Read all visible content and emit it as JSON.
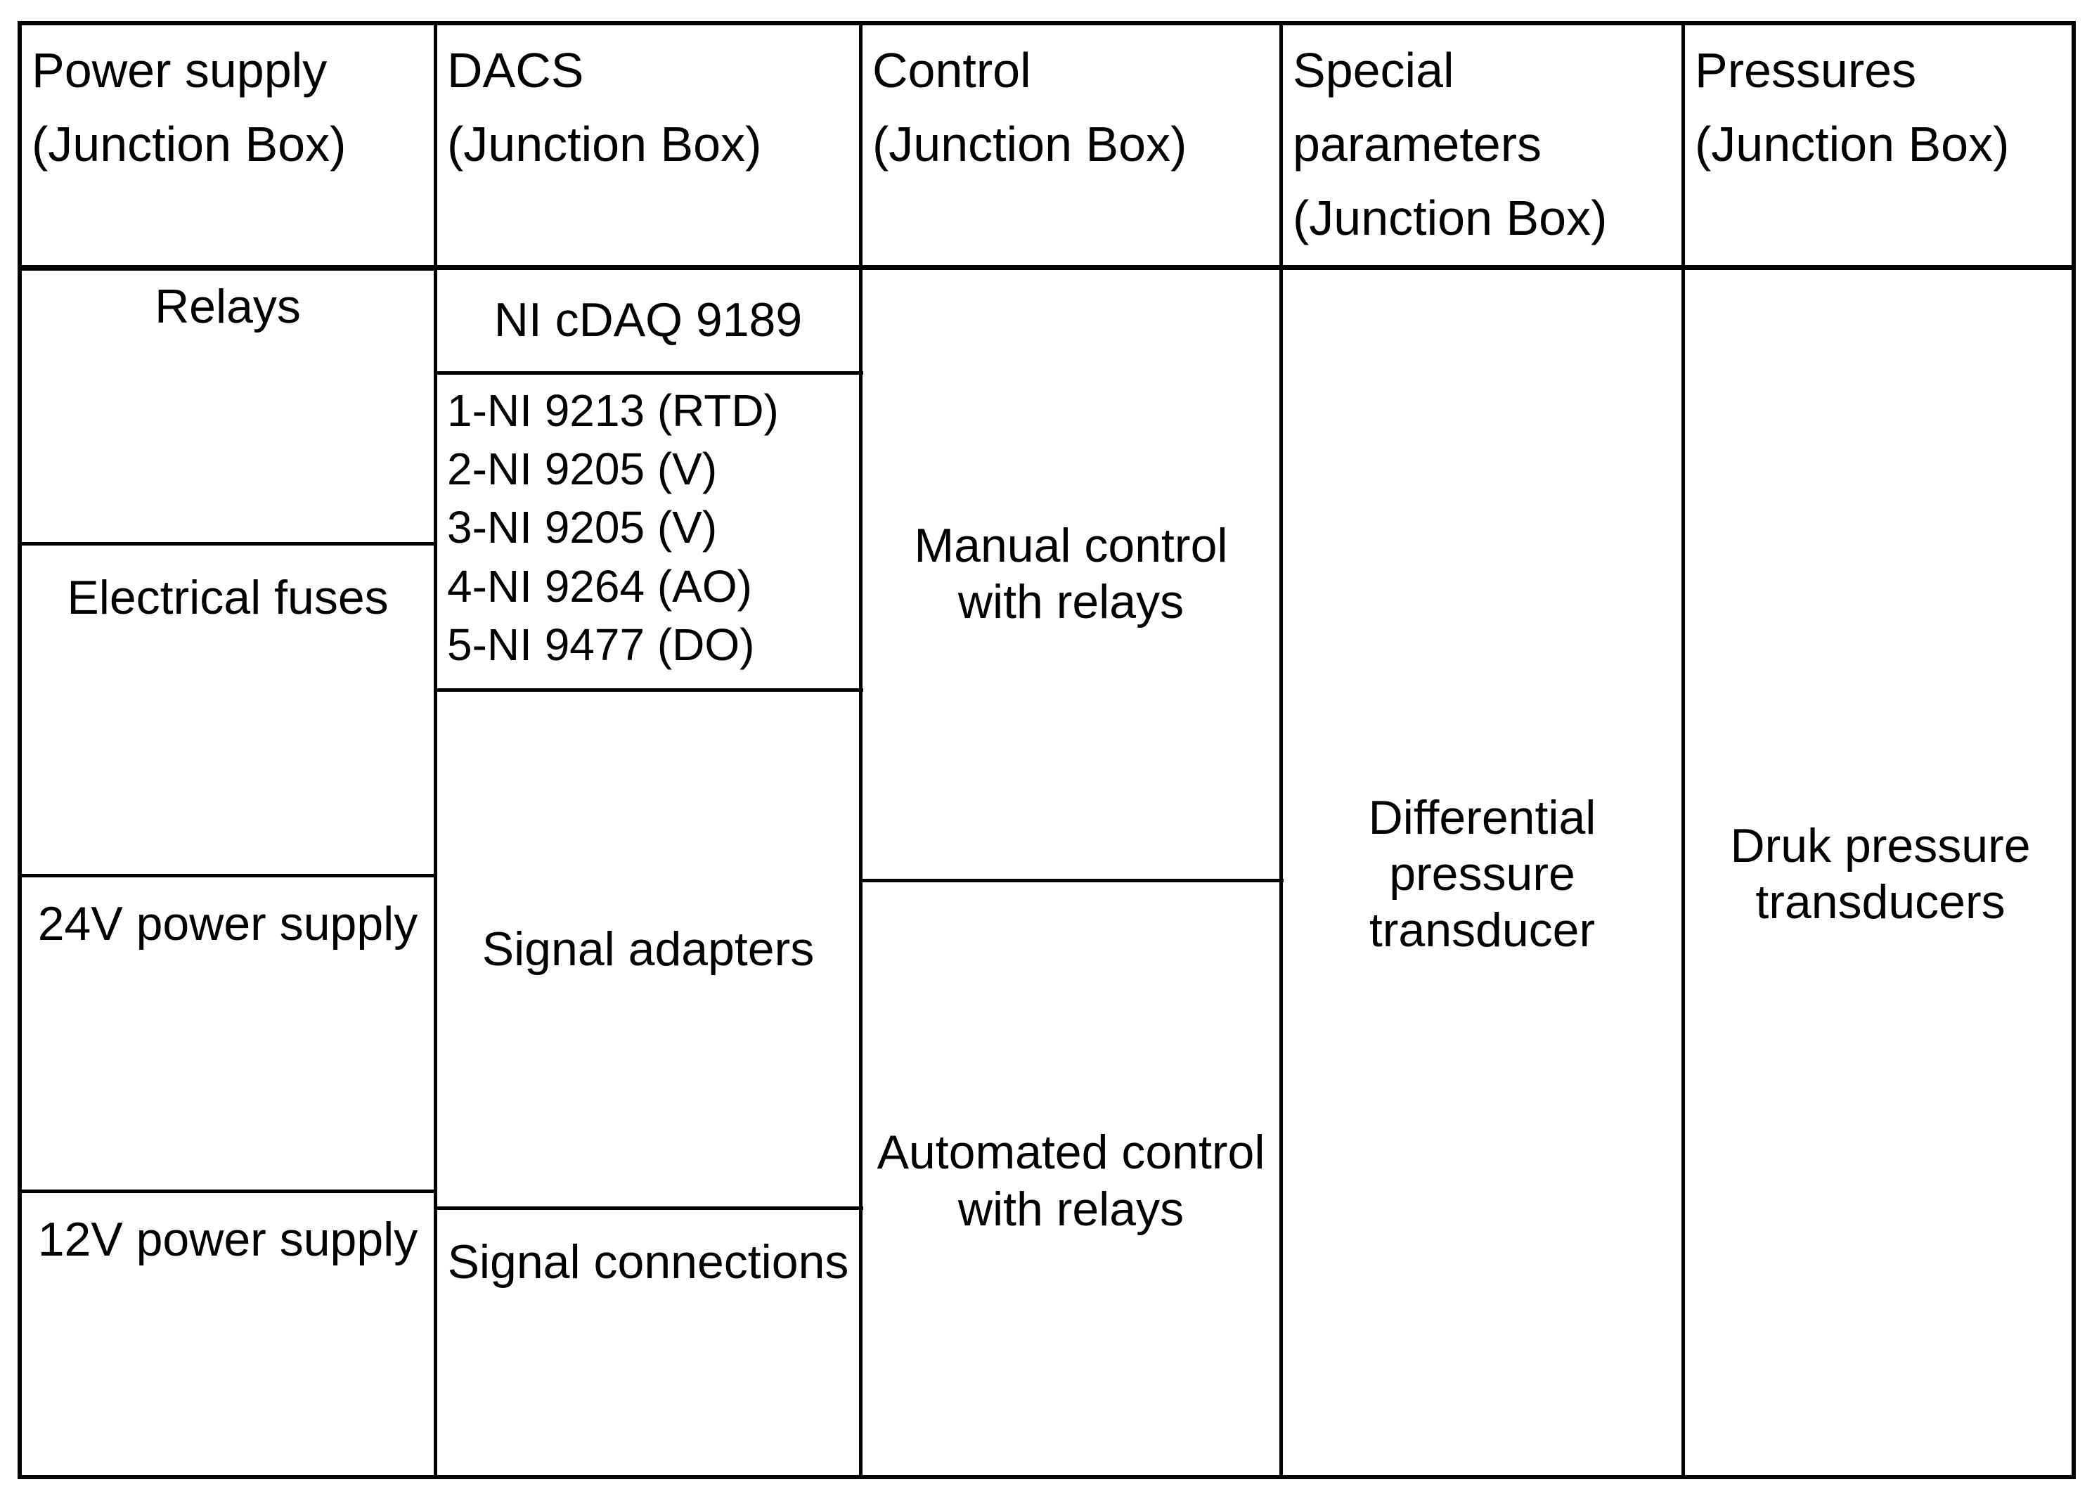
{
  "table": {
    "caption_columns": 5,
    "colors": {
      "line": "#000000",
      "text": "#000000",
      "background": "#ffffff"
    },
    "headers": [
      {
        "title": "Power supply",
        "subtitle": "(Junction Box)"
      },
      {
        "title": "DACS",
        "subtitle": "(Junction Box)"
      },
      {
        "title": "Control",
        "subtitle": "(Junction Box)"
      },
      {
        "title": "Special\nparameters",
        "subtitle": "(Junction Box)"
      },
      {
        "title": "Pressures",
        "subtitle": "(Junction Box)"
      }
    ],
    "header_labels": {
      "c1_title": "Power supply",
      "c1_sub": "(Junction Box)",
      "c2_title": "DACS",
      "c2_sub": "(Junction Box)",
      "c3_title": "Control",
      "c3_sub": "(Junction Box)",
      "c4_title_line1": "Special",
      "c4_title_line2": "parameters",
      "c4_sub": "(Junction Box)",
      "c5_title": "Pressures",
      "c5_sub": "(Junction Box)"
    },
    "columns": {
      "power_supply": {
        "header": "Power supply (Junction Box)",
        "cells": [
          "Relays",
          "Electrical fuses",
          "24V power supply",
          "12V power supply"
        ]
      },
      "dacs": {
        "header": "DACS (Junction Box)",
        "chassis": "NI cDAQ 9189",
        "modules": [
          "1-NI 9213 (RTD)",
          "2-NI 9205 (V)",
          "3-NI 9205 (V)",
          "4-NI 9264 (AO)",
          "5-NI 9477 (DO)"
        ],
        "cells": [
          "Signal adapters",
          "Signal connections"
        ]
      },
      "control": {
        "header": "Control (Junction Box)",
        "cells": [
          "Manual control with relays",
          "Automated control with relays"
        ]
      },
      "special_parameters": {
        "header": "Special parameters (Junction Box)",
        "cells": [
          "Differential pressure transducer"
        ]
      },
      "pressures": {
        "header": "Pressures (Junction Box)",
        "cells": [
          "Druk pressure transducers"
        ]
      }
    }
  }
}
